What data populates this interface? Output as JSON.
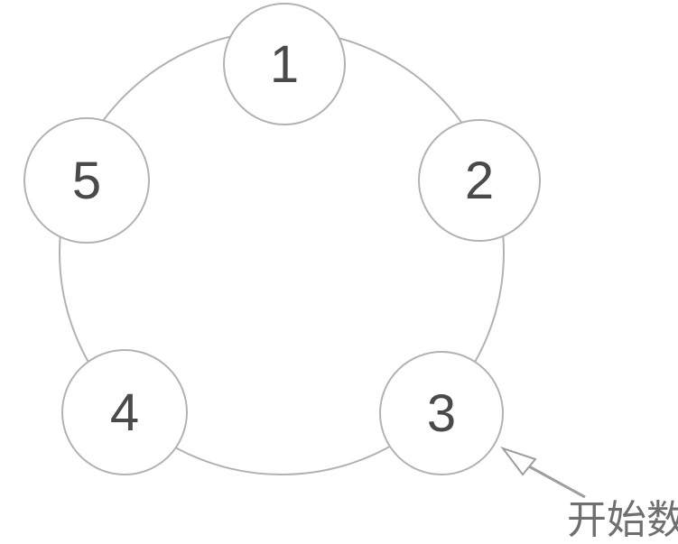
{
  "diagram": {
    "type": "circular-counting-diagram",
    "nodes": [
      {
        "id": "node-1",
        "label": "1"
      },
      {
        "id": "node-2",
        "label": "2"
      },
      {
        "id": "node-3",
        "label": "3"
      },
      {
        "id": "node-4",
        "label": "4"
      },
      {
        "id": "node-5",
        "label": "5"
      }
    ],
    "annotation": {
      "text": "开始数",
      "points_to_node": "3"
    },
    "colors": {
      "background": "#ffffff",
      "ring_stroke": "#b2b2b2",
      "node_stroke": "#b2b2b2",
      "node_fill": "#ffffff",
      "node_number": "#4a4a4a",
      "arrow": "#9e9e9e",
      "annotation_text": "#6f6f6f"
    }
  }
}
